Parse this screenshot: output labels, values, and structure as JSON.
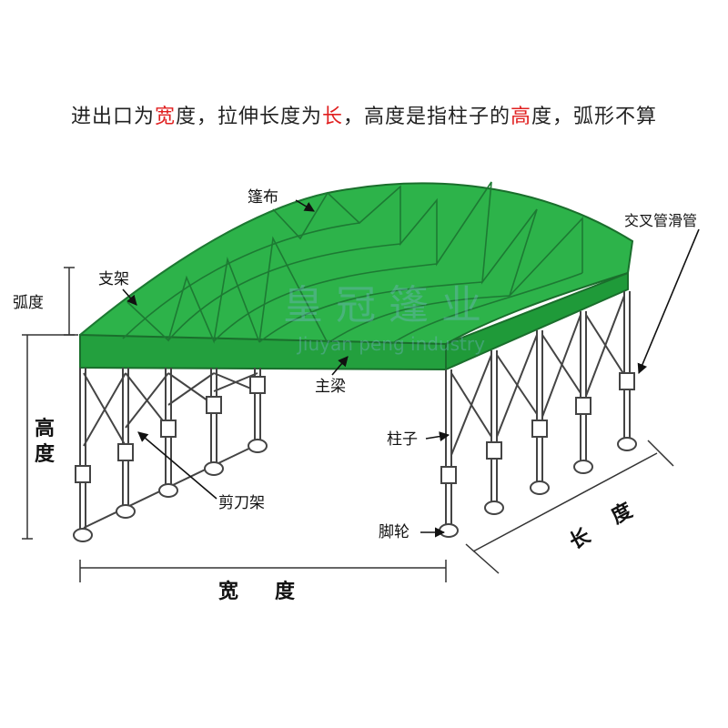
{
  "caption": {
    "p1": "进出口为",
    "h1": "宽",
    "p2": "度，拉伸长度为",
    "h2": "长",
    "p3": "，高度是指柱子的",
    "h3": "高",
    "p4": "度，弧形不算"
  },
  "labels": {
    "canopy": "篷布",
    "cross_slide_tube": "交叉管滑管",
    "bracket": "支架",
    "arc_height": "弧度",
    "height_1": "高",
    "height_2": "度",
    "main_beam": "主梁",
    "pillar": "柱子",
    "scissor_frame": "剪刀架",
    "caster": "脚轮",
    "width_1": "宽",
    "width_2": "度",
    "length_1": "长",
    "length_2": "度"
  },
  "colors": {
    "canopy_top": "#2db34a",
    "canopy_front": "#22a13d",
    "frame": "#444444",
    "highlight_text": "#e02020"
  }
}
